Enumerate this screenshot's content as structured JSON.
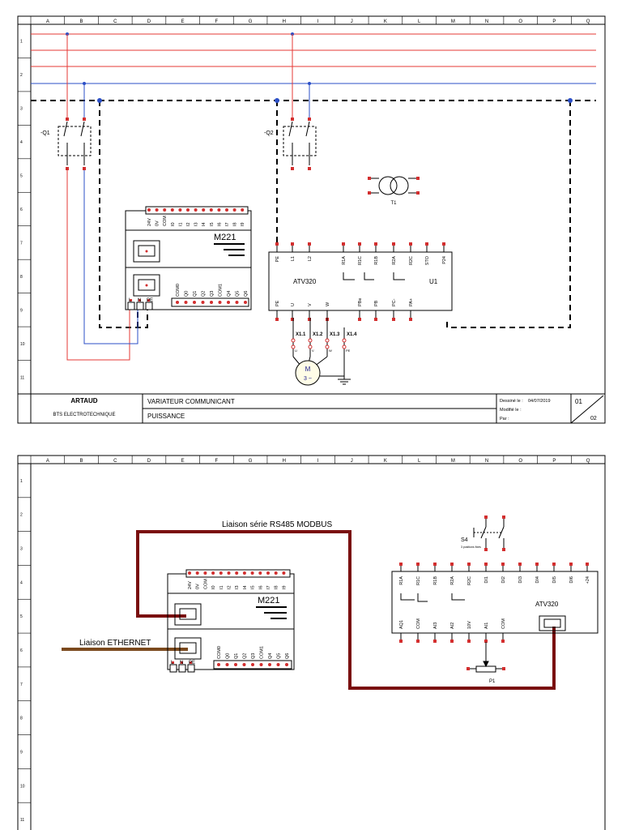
{
  "colors": {
    "phase": "#e53935",
    "neutral": "#2b4fc7",
    "earth": "#000000",
    "rs485": "#7a0f0f",
    "ethernet": "#7b4a1e",
    "node": "#d32f2f"
  },
  "columns": [
    "A",
    "B",
    "C",
    "D",
    "E",
    "F",
    "G",
    "H",
    "I",
    "J",
    "K",
    "L",
    "M",
    "N",
    "O",
    "P",
    "Q"
  ],
  "sheet1": {
    "rows": [
      "1",
      "2",
      "3",
      "4",
      "5",
      "6",
      "7",
      "8",
      "9",
      "10",
      "11"
    ],
    "q1": "-Q1",
    "q2": "-Q2",
    "t1": "T1",
    "plc": {
      "model": "M221",
      "top_io": [
        "24V",
        "0V",
        "COM",
        "I0",
        "I1",
        "I2",
        "I3",
        "I4",
        "I5",
        "I6",
        "I7",
        "I8",
        "I9"
      ],
      "bottom_io": [
        "COM0",
        "Q0",
        "Q1",
        "Q2",
        "Q3",
        "COM1",
        "Q4",
        "Q5",
        "Q6"
      ],
      "power": [
        "L",
        "N",
        "PE"
      ]
    },
    "drive": {
      "model": "ATV320",
      "ref": "U1",
      "top_terms": [
        "PE",
        "L1",
        "L2",
        "R1A",
        "R1C",
        "R1B",
        "R2A",
        "R2C",
        "STO",
        "P24"
      ],
      "bottom_terms": [
        "PE",
        "U",
        "V",
        "W",
        "PBe",
        "PB",
        "PC-",
        "PA+"
      ]
    },
    "connector": [
      "X1.1",
      "X1.2",
      "X1.3",
      "X1.4"
    ],
    "connector_sub": [
      "U",
      "V",
      "W",
      "PE"
    ],
    "motor": {
      "line1": "M",
      "line2": "3 ~"
    },
    "title_block": {
      "company": "ARTAUD",
      "school": "BTS ELECTROTECHNIQUE",
      "title": "VARIATEUR COMMUNICANT",
      "subtitle": "PUISSANCE",
      "drawn_label": "Dessiné le :",
      "drawn_date": "04/07/2019",
      "modified_label": "Modifié le :",
      "by_label": "Par :",
      "page": "01",
      "total": "02"
    }
  },
  "sheet2": {
    "rows": [
      "1",
      "2",
      "3",
      "4",
      "5",
      "6",
      "7",
      "8",
      "9",
      "10",
      "11"
    ],
    "rs485_label": "Liaison série RS485 MODBUS",
    "ethernet_label": "Liaison ETHERNET",
    "s4_label": "S4",
    "s4_sub": "3 positions fixes",
    "p1": "P1",
    "plc_model": "M221",
    "drive": {
      "model": "ATV320",
      "top_terms": [
        "R1A",
        "R1C",
        "R1B",
        "R2A",
        "R2C",
        "DI1",
        "DI2",
        "DI3",
        "DI4",
        "DI5",
        "DI6",
        "+24"
      ],
      "bottom_terms": [
        "AQ1",
        "COM",
        "AI3",
        "AI2",
        "10V",
        "AI1",
        "COM"
      ]
    }
  }
}
